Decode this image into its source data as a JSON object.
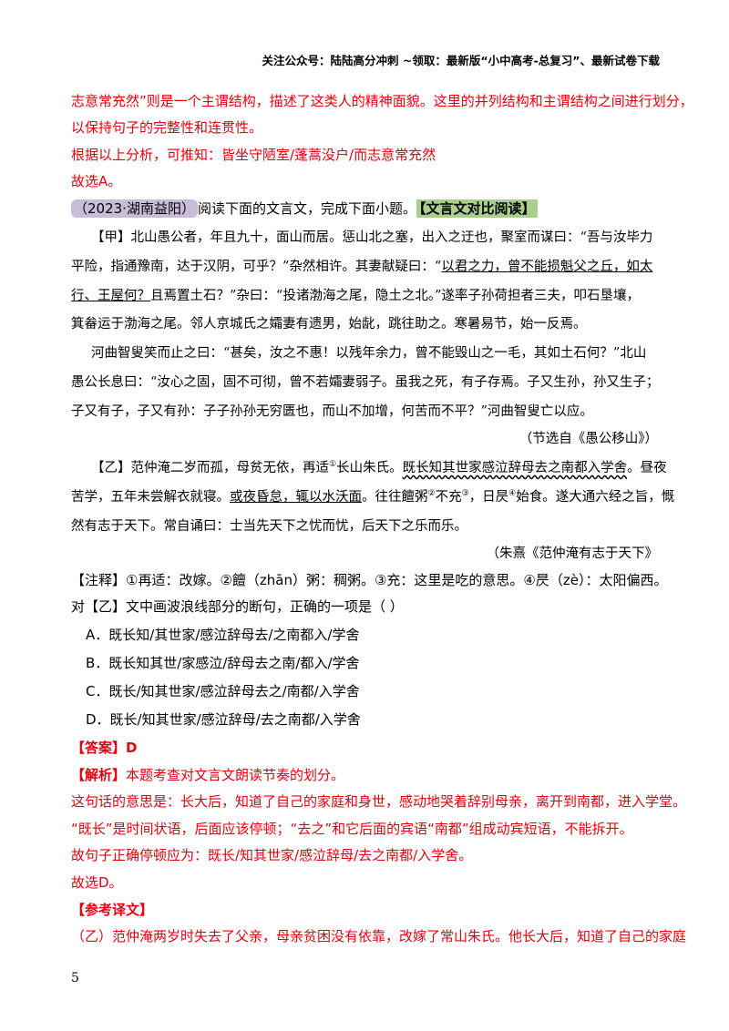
{
  "header": {
    "text": "关注公众号：陆陆高分冲刺 ~领取：最新版“小中高考-总复习”、最新试卷下载"
  },
  "analysis_top": {
    "l1": "志意常充然”则是一个主谓结构，描述了这类人的精神面貌。这里的并列结构和主谓结构之间进行划分，",
    "l2": "以保持句子的完整性和连贯性。",
    "l3": "根据以上分析，可推知：皆坐守陋室/蓬蒿没户/而志意常充然",
    "l4": "故选A。"
  },
  "question": {
    "source_tag": "（2023·湖南益阳）",
    "instruction": "阅读下面的文言文，完成下面小题。",
    "type_tag": "【文言文对比阅读】"
  },
  "jia": {
    "l1": "【甲】北山愚公者，年且九十，面山而居。惩山北之塞，出入之迂也，聚室而谋曰：“吾与汝毕力",
    "l2a": "平险，指通豫南，达于汉阴，可乎？”杂然相许。其妻献疑曰：“",
    "l2b": "以君之力，曾不能损魁父之丘，如太",
    "l3a": "行、王屋何？",
    "l3b": "且焉置土石？”杂曰：“投诸渤海之尾，隐土之北。”遂率子孙荷担者三夫，叩石垦壤，",
    "l4": "箕畚运于渤海之尾。邻人京城氏之孀妻有遗男，始龀，跳往助之。寒暑易节，始一反焉。",
    "l5": "河曲智叟笑而止之曰：“甚矣，汝之不惠！以残年余力，曾不能毁山之一毛，其如土石何？”北山",
    "l6": "愚公长息曰：“汝心之固，固不可彻，曾不若孀妻弱子。虽我之死，有子存焉。子又生孙，孙又生子；",
    "l7": "子又有子，子又有孙：子子孙孙无穷匮也，而山不加增，何苦而不平？”河曲智叟亡以应。",
    "source": "（节选自《愚公移山》）"
  },
  "yi": {
    "l1a": "【乙】范仲淹二岁而孤，母贫无依，再适",
    "l1sup": "①",
    "l1b": "长山朱氏。",
    "l1c": "既长知其世家感泣辞母去之南都入学舍",
    "l1d": "。昼夜",
    "l2a": "苦学，五年未尝解衣就寝。",
    "l2b": "或夜昏怠，辄以水沃面",
    "l2c": "。往往饘粥",
    "l2sup1": "②",
    "l2d": "不充",
    "l2sup2": "③",
    "l2e": "，日昃",
    "l2sup3": "④",
    "l2f": "始食。遂大通六经之旨，慨",
    "l3": "然有志于天下。常自诵曰：士当先天下之忧而忧，后天下之乐而乐。",
    "source": "（朱熹《范仲淹有志于天下》"
  },
  "notes": "【注释】①再适：改嫁。②饘（zhān）粥：稠粥。③充：这里是吃的意思。④昃（zè）：太阳偏西。",
  "prompt": "对【乙】文中画波浪线部分的断句，正确的一项是（    ）",
  "options": [
    "A．既长知/其世家/感泣辞母去/之南都入/学舍",
    "B．既长知其世/家感泣/辞母去之南/都入/学舍",
    "C．既长/知其世家/感泣辞母去之/南都/入学舍",
    "D．既长/知其世家/感泣辞母/去之南都/入学舍"
  ],
  "answer": {
    "label": "【答案】",
    "value": "D"
  },
  "explanation": {
    "label": "【解析】",
    "l1": "本题考查对文言文朗读节奏的划分。",
    "l2": "这句话的意思是：长大后，知道了自己的家庭和身世，感动地哭着辞别母亲，离开到南都，进入学堂。",
    "l3": "“既长”是时间状语，后面应该停顿；“去之”和它后面的宾语“南都”组成动宾短语，不能拆开。",
    "l4": "故句子正确停顿应为：既长/知其世家/感泣辞母/去之南都/入学舍。",
    "l5": "故选D。"
  },
  "translation": {
    "label": "【参考译文】",
    "l1": "（乙）范仲淹两岁时失去了父亲，母亲贫困没有依靠，改嫁了常山朱氏。他长大后，知道了自己的家庭"
  },
  "page_number": "5"
}
